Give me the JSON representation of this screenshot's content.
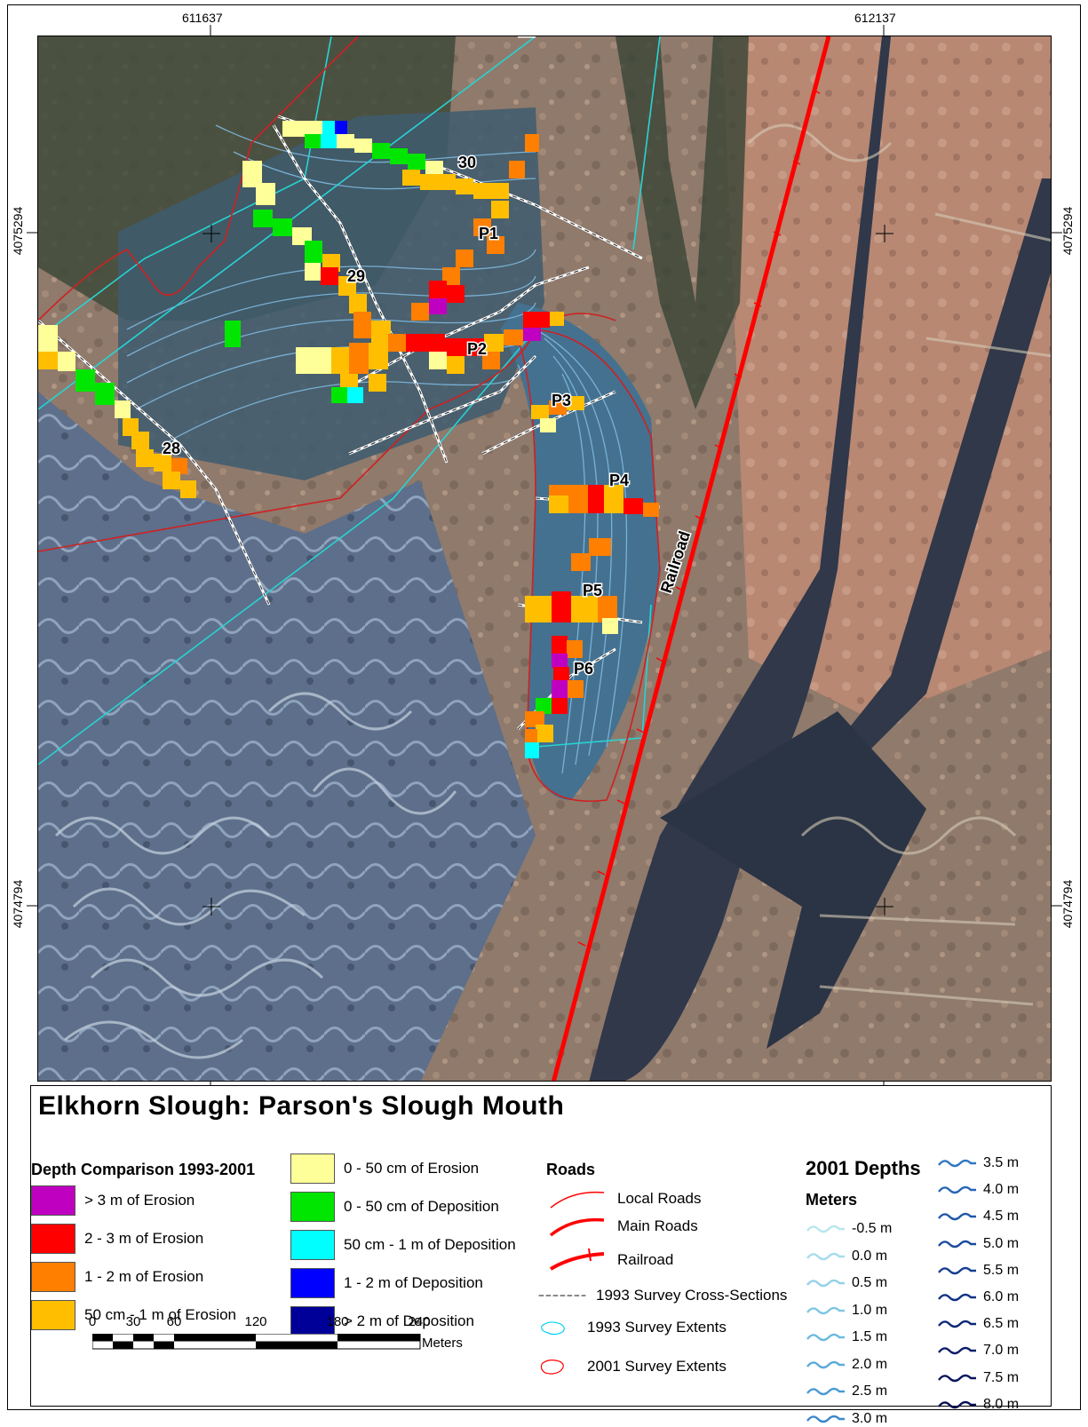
{
  "map_title": "Elkhorn Slough: Parson's Slough Mouth",
  "coords": {
    "x_left": "611637",
    "x_right": "612137",
    "y_top": "4075294",
    "y_bottom": "4074794"
  },
  "map_labels": {
    "t30": "30",
    "t29": "29",
    "t28": "28",
    "p1": "P1",
    "p2": "P2",
    "p3": "P3",
    "p4": "P4",
    "p5": "P5",
    "p6": "P6",
    "railroad": "Railroad"
  },
  "depth_comparison": {
    "heading": "Depth Comparison 1993-2001",
    "items": [
      {
        "label": "> 3 m of Erosion",
        "color": "#c000c0"
      },
      {
        "label": "2 - 3 m of Erosion",
        "color": "#ff0000"
      },
      {
        "label": "1 - 2 m of Erosion",
        "color": "#ff7f00"
      },
      {
        "label": "50 cm - 1 m of Erosion",
        "color": "#ffbf00"
      },
      {
        "label": "0 - 50 cm of Erosion",
        "color": "#ffff99"
      },
      {
        "label": "0 - 50 cm of Deposition",
        "color": "#00e600"
      },
      {
        "label": "50 cm - 1 m of Deposition",
        "color": "#00ffff"
      },
      {
        "label": "1 - 2 m of Deposition",
        "color": "#0000ff"
      },
      {
        "label": "> 2 m of Deposition",
        "color": "#000099"
      }
    ]
  },
  "roads": {
    "heading": "Roads",
    "local": "Local Roads",
    "main": "Main Roads",
    "railroad": "Railroad",
    "cross_sections": "1993 Survey Cross-Sections",
    "extent_1993": "1993 Survey Extents",
    "extent_2001": "2001 Survey Extents"
  },
  "depths_2001": {
    "heading": "2001 Depths",
    "subheading": "Meters",
    "col1": [
      "-0.5 m",
      "0.0 m",
      "0.5 m",
      "1.0 m",
      "1.5 m",
      "2.0 m",
      "2.5 m",
      "3.0 m"
    ],
    "col2": [
      "3.5 m",
      "4.0 m",
      "4.5 m",
      "5.0 m",
      "5.5 m",
      "6.0 m",
      "6.5 m",
      "7.0 m",
      "7.5 m",
      "8.0 m"
    ],
    "col1_colors": [
      "#b8e6ee",
      "#a6dceb",
      "#93d2e8",
      "#80c6e4",
      "#6db9df",
      "#5aaada",
      "#4a9ad4",
      "#3b88cc"
    ],
    "col2_colors": [
      "#3077c2",
      "#2866b6",
      "#2157aa",
      "#1b4a9d",
      "#163d90",
      "#123183",
      "#0e2776",
      "#0b1e69",
      "#08165d",
      "#050f52"
    ]
  },
  "scale_bar": {
    "ticks": [
      "0",
      "30",
      "60",
      "120",
      "180",
      "240"
    ],
    "units": "Meters"
  }
}
